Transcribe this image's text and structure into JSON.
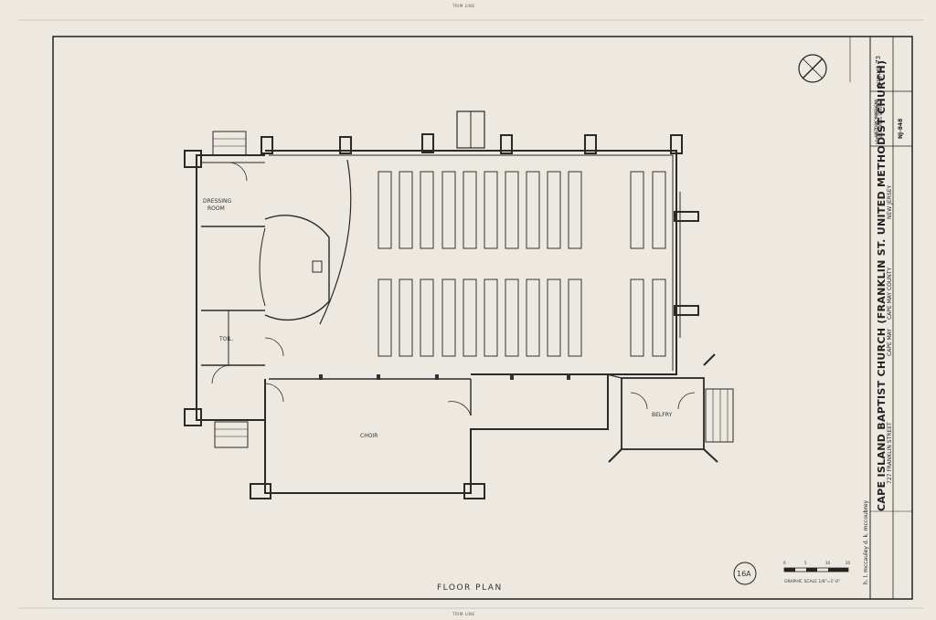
{
  "sheet": {
    "trim_top": "TRIM LINE",
    "trim_bottom": "TRIM LINE",
    "drawing_title": "FLOOR PLAN",
    "date": "august 73",
    "sheet_number_label": "sheet 2 of 3 sheets",
    "survey_label": "HISTORIC AMERICAN BUILDINGS SURVEY",
    "survey_number": "NJ-848",
    "building_name": "CAPE ISLAND BAPTIST CHURCH (FRANKLIN ST. UNITED METHODIST CHURCH)",
    "address": "727 FRANKLIN STREET",
    "city": "CAPE MAY",
    "county": "CAPE MAY COUNTY",
    "state": "NEW JERSEY",
    "delineators": "h. l. mccauley   d. k. mccoubrey",
    "scale_label": "GRAPHIC SCALE 1/8\"=1'-0\"",
    "scale_ticks": [
      "0",
      "5",
      "10",
      "20"
    ],
    "plan_ref": "16A",
    "rooms": {
      "dressing": "DRESSING ROOM",
      "toilet": "TOIL.",
      "choir": "CHOIR",
      "belfry": "BELFRY"
    }
  }
}
